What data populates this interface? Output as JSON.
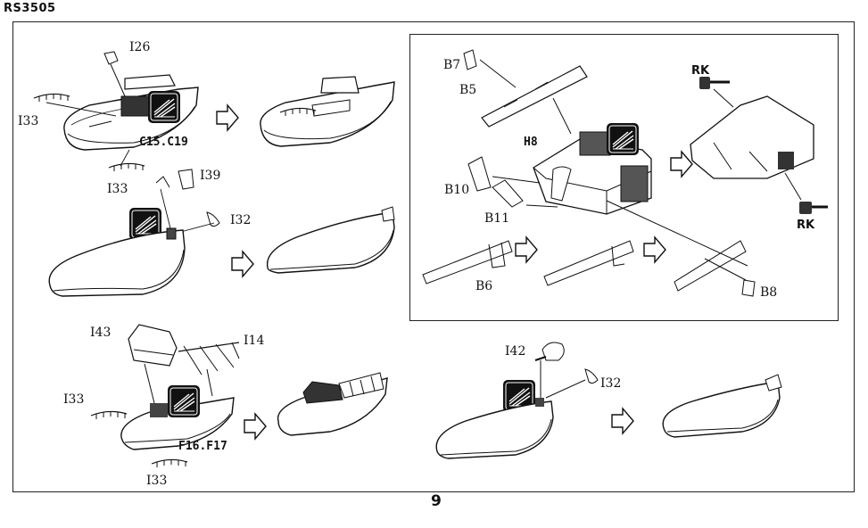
{
  "doc_code": "RS3505",
  "page_number": "9",
  "labels": {
    "i26": "I26",
    "i33_a": "I33",
    "c15_c19": "C15.C19",
    "i33_b": "I33",
    "i39": "I39",
    "i32_a": "I32",
    "b7": "B7",
    "b5": "B5",
    "h8": "H8",
    "b10": "B10",
    "b11": "B11",
    "b6": "B6",
    "b8": "B8",
    "rk_top": "RK",
    "rk_bottom": "RK",
    "i43": "I43",
    "i14": "I14",
    "i33_c": "I33",
    "f16_f17": "F16.F17",
    "i33_d": "I33",
    "i42": "I42",
    "i32_b": "I32"
  },
  "icons": {
    "glue": "photo-etch-glue-icon",
    "arrow": "next-step-arrow-icon"
  }
}
